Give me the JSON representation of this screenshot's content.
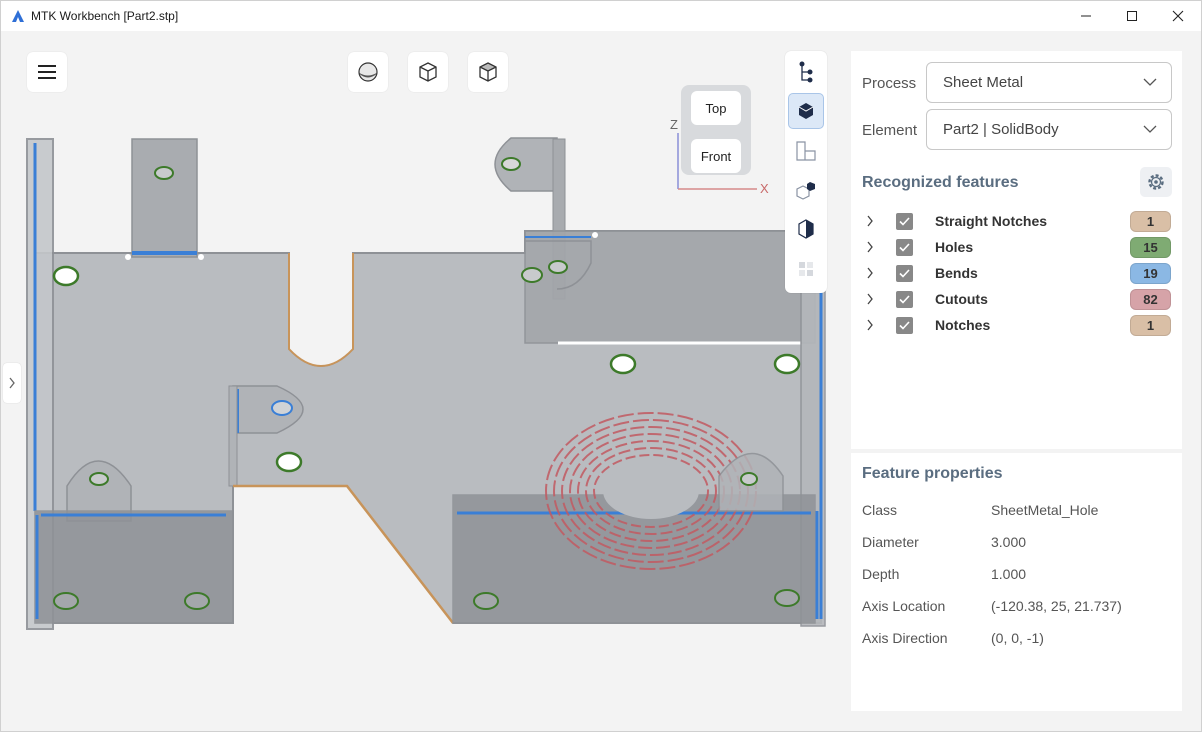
{
  "window": {
    "title": "MTK Workbench [Part2.stp]",
    "minimize_symbol": "—",
    "maximize_symbol": "☐",
    "close_symbol": "✕"
  },
  "viewcube": {
    "top_label": "Top",
    "front_label": "Front",
    "axis_z": "Z",
    "axis_x": "X"
  },
  "panel": {
    "process_label": "Process",
    "process_value": "Sheet Metal",
    "element_label": "Element",
    "element_value": "Part2 | SolidBody",
    "recognized_title": "Recognized features",
    "features": [
      {
        "label": "Straight Notches",
        "count": "1",
        "color": "#d9bfa6"
      },
      {
        "label": "Holes",
        "count": "15",
        "color": "#7fab73"
      },
      {
        "label": "Bends",
        "count": "19",
        "color": "#8bb8e4"
      },
      {
        "label": "Cutouts",
        "count": "82",
        "color": "#d6a3a8"
      },
      {
        "label": "Notches",
        "count": "1",
        "color": "#d9bfa6"
      }
    ]
  },
  "properties": {
    "title": "Feature properties",
    "rows": [
      {
        "name": "Class",
        "value": "SheetMetal_Hole"
      },
      {
        "name": "Diameter",
        "value": "3.000"
      },
      {
        "name": "Depth",
        "value": "1.000"
      },
      {
        "name": "Axis Location",
        "value": "(-120.38, 25, 21.737)"
      },
      {
        "name": "Axis Direction",
        "value": "(0, 0, -1)"
      }
    ]
  },
  "colors": {
    "hole_edge": "#3d7a2a",
    "bend_edge": "#3a7fd6",
    "cutout_edge": "#c25a62",
    "notch_edge": "#c8945a",
    "part_fill": "#b9bcc0"
  }
}
